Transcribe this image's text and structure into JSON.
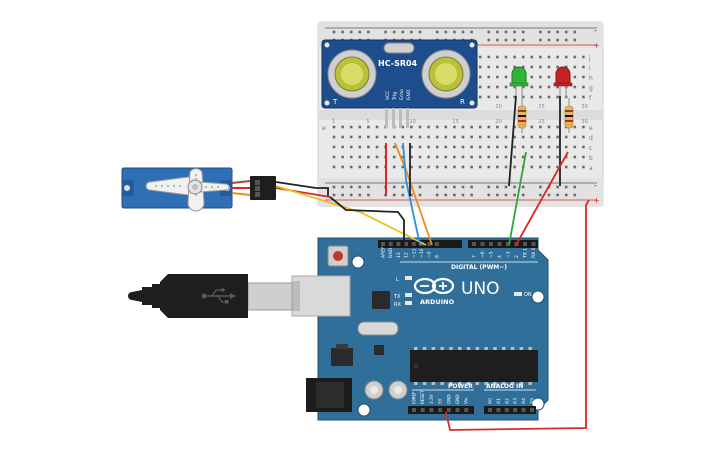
{
  "sensor": {
    "label": "HC-SR04",
    "left_mark": "T",
    "right_mark": "R",
    "pins": [
      "VCC",
      "Trig",
      "Echo",
      "GND"
    ]
  },
  "breadboard": {
    "rows_top": [
      "j",
      "i",
      "h",
      "g",
      "f"
    ],
    "rows_bottom": [
      "e",
      "d",
      "c",
      "b",
      "a"
    ],
    "col_numbers": [
      "1",
      "5",
      "10",
      "15",
      "20",
      "25",
      "30"
    ],
    "plus": "+",
    "minus": "-"
  },
  "arduino": {
    "board_label": "UNO",
    "brand": "ARDUINO",
    "digital_label": "DIGITAL (PWM~)",
    "power_label": "POWER",
    "analog_label": "ANALOG IN",
    "on_label": "ON",
    "led_labels": [
      "L",
      "TX",
      "RX"
    ],
    "top_headers": [
      "AREF",
      "GND",
      "13",
      "12",
      "~11",
      "~10",
      "~9",
      "8",
      "7",
      "~6",
      "~5",
      "4",
      "~3",
      "2",
      "TX 1",
      "RX 0"
    ],
    "power_headers": [
      "IOREF",
      "RESET",
      "3.3V",
      "5V",
      "GND",
      "GND",
      "Vin"
    ],
    "analog_headers": [
      "A0",
      "A1",
      "A2",
      "A3",
      "A4",
      "A5"
    ]
  },
  "colors": {
    "board_blue": "#2f6f9a",
    "breadboard": "#e9e9e9",
    "wire_red": "#d62a2a",
    "wire_green": "#2da53a",
    "wire_yellow": "#e6c324",
    "wire_orange": "#ef8a1e",
    "wire_blue": "#2f8fd8",
    "wire_black": "#222222",
    "led_green": "#2fb33a",
    "led_red": "#c42323",
    "servo_blue": "#2e6fb6"
  }
}
